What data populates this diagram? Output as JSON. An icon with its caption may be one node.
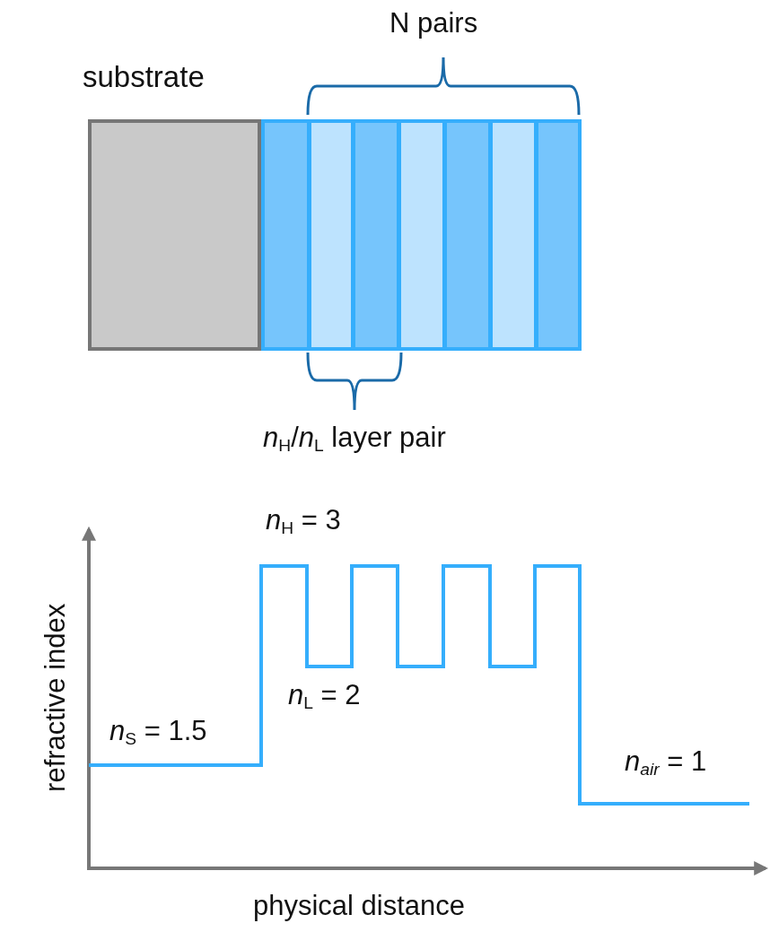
{
  "diagram": {
    "nodes": [
      {
        "text": [
          "substrate"
        ]
      },
      {
        "text": [],
        "shape": "box"
      },
      {
        "text": [],
        "shape": "box"
      },
      {
        "text": [],
        "shape": "box"
      },
      {
        "text": [],
        "shape": "box"
      },
      {
        "text": [],
        "shape": "box"
      },
      {
        "text": [],
        "shape": "box"
      },
      {
        "text": [],
        "shape": "box"
      }
    ],
    "labels": [
      "N pairs",
      "*n*$_{H}$/*n*$_{L}$ layer pair",
      "*n*$_{H}$ = 3",
      "*n*$_{L}$ = 2",
      "*n*$_{S}$ = 1.5",
      "*n*$_{air}$ = 1",
      "refractive index",
      "physical distance"
    ]
  }
}
